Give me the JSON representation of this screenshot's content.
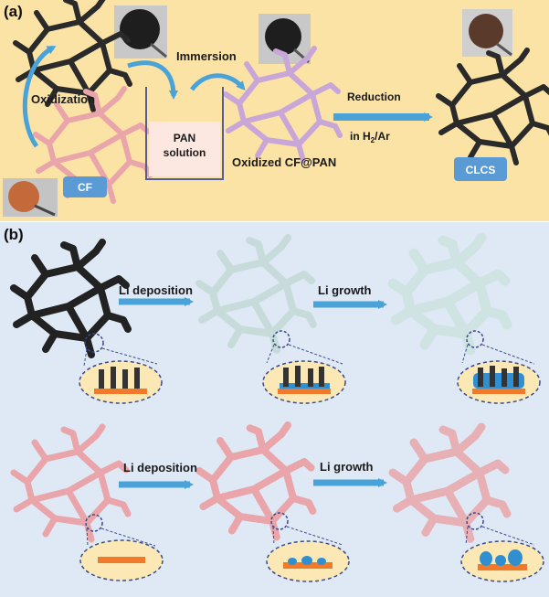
{
  "panel_a": {
    "label": "(a)",
    "oxidization": "Oxidization",
    "immersion": "Immersion",
    "pan_line1": "PAN",
    "pan_line2": "solution",
    "oxidized": "Oxidized CF@PAN",
    "reduction": "Reduction",
    "in_prefix": "in H",
    "h_sub": "2",
    "ar_suffix": "/Ar",
    "cf": "CF",
    "clcs": "CLCS"
  },
  "panel_b": {
    "label": "(b)",
    "top_deposition": "Li deposition",
    "top_growth": "Li growth",
    "bottom_deposition": "Li deposition",
    "bottom_growth": "Li growth"
  },
  "colors": {
    "panel_a_bg": "#fbe3a6",
    "panel_b_bg": "#dfe9f5",
    "arrow_blue": "#4aa3d8",
    "badge_blue": "#5b9bd5",
    "black_fiber": "#2a2a2a",
    "pink_fiber": "#e9a5a9",
    "lavender_fiber": "#c9a6d8",
    "pale_fiber": "#cfe3e3",
    "substrate_orange": "#f07a2a",
    "li_blue": "#2f8fd0"
  }
}
